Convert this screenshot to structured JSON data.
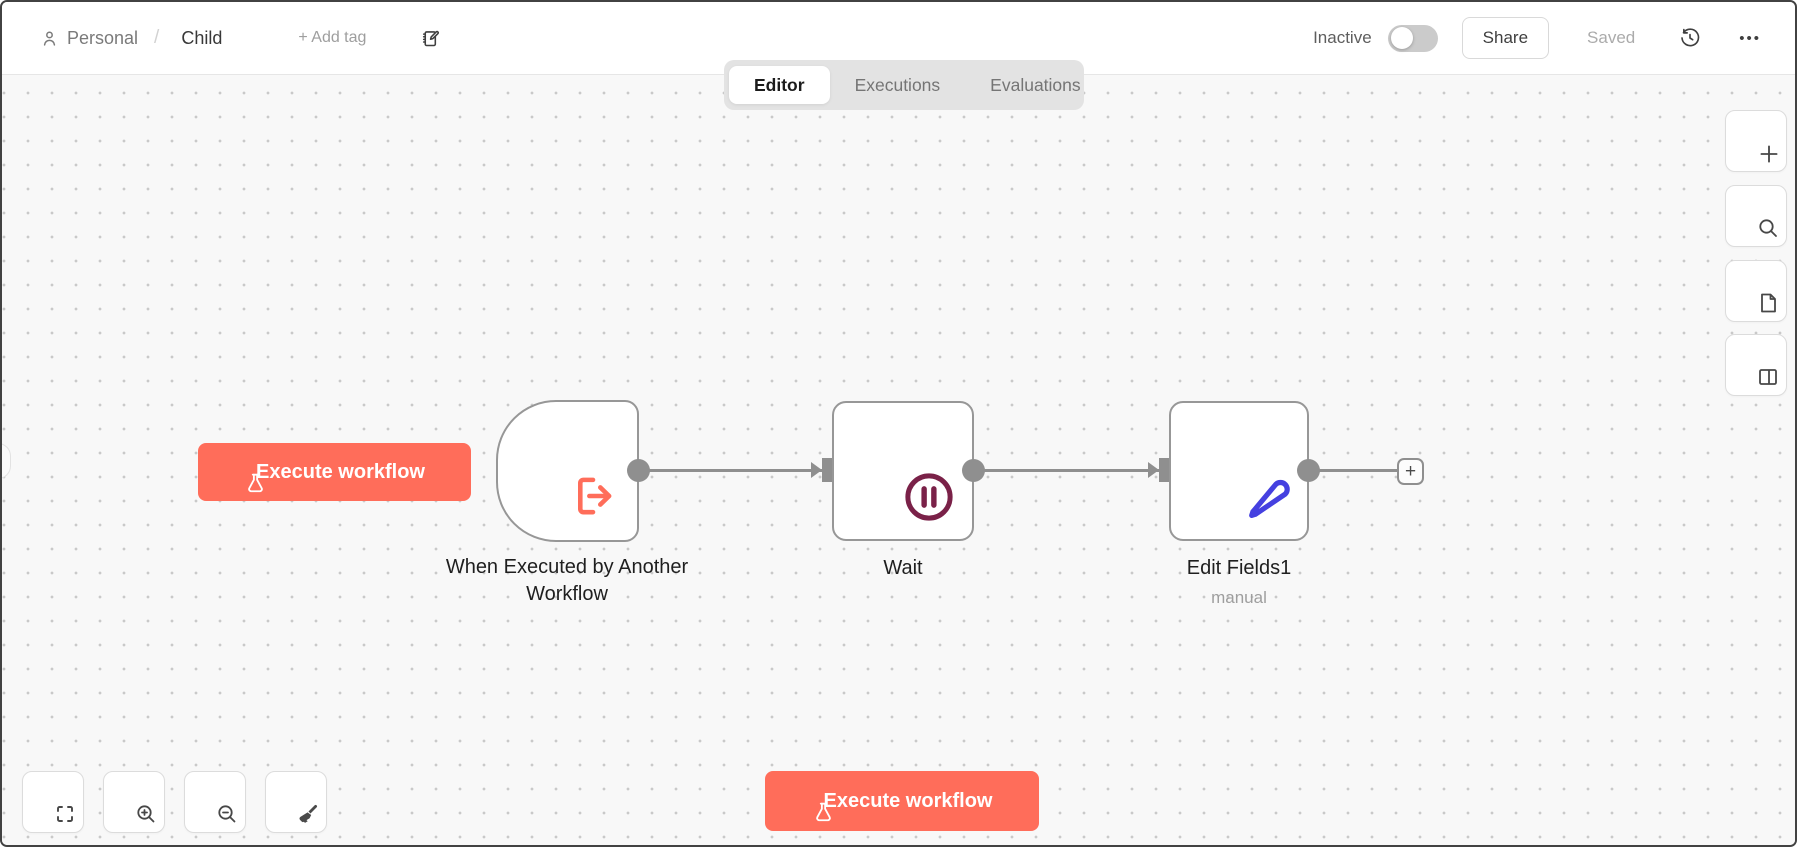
{
  "header": {
    "project": "Personal",
    "breadcrumb_separator": "/",
    "workflow_name": "Child",
    "add_tag": "+ Add tag",
    "activation_status": "Inactive",
    "share": "Share",
    "save_status": "Saved",
    "more_options_glyph": "•••"
  },
  "tabs": {
    "editor": "Editor",
    "executions": "Executions",
    "evaluations": "Evaluations"
  },
  "canvas": {
    "execute_button": "Execute workflow",
    "add_node_glyph": "+",
    "nodes": {
      "trigger": {
        "label": "When Executed by Another Workflow"
      },
      "wait": {
        "label": "Wait"
      },
      "edit": {
        "label": "Edit Fields1",
        "subtitle": "manual"
      }
    }
  },
  "colors": {
    "primary": "#ff6d5a",
    "wait_icon": "#7a2148",
    "edit_icon": "#4540e0",
    "connector": "#8f8f8f",
    "tab_bg": "#e3e3e3"
  }
}
